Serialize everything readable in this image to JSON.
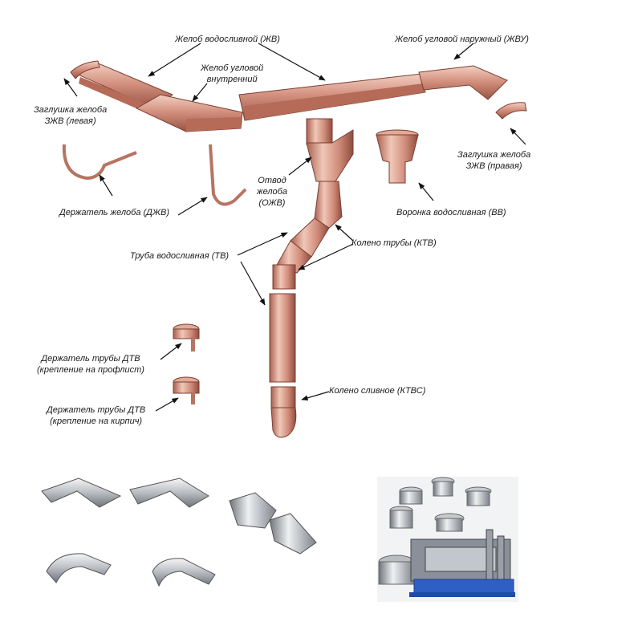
{
  "labels": {
    "gutter_main": "Желоб водосливной (ЖВ)",
    "gutter_outer_corner": "Желоб угловой наружный (ЖВУ)",
    "gutter_inner_corner": "Желоб угловой\nвнутренний",
    "cap_left": "Заглушка желоба\nЗЖВ (левая)",
    "cap_right": "Заглушка желоба\nЗЖВ (правая)",
    "gutter_bracket": "Держатель желоба (ДЖВ)",
    "outlet": "Отвод\nжелоба\n(ОЖВ)",
    "funnel": "Воронка водосливная (ВВ)",
    "elbow": "Колено трубы (КТВ)",
    "pipe": "Труба водосливная (ТВ)",
    "pipe_holder_profile": "Держатель трубы ДТВ\n(крепление на профлист)",
    "pipe_holder_brick": "Держатель трубы ДТВ\n(крепление на кирпич)",
    "drain_elbow": "Колено сливное (КТВС)"
  },
  "colors": {
    "copper_light": "#e8b8a8",
    "copper_mid": "#c98270",
    "copper_dark": "#8c4a3c",
    "steel_light": "#e6e8ea",
    "steel_dark": "#7a7f86",
    "machine_blue": "#2f5fc4"
  },
  "icons": [
    "copper-gutter",
    "gutter-cap",
    "gutter-bracket",
    "downpipe",
    "pipe-elbow",
    "funnel",
    "pipe-holder",
    "steel-corner",
    "tooling-press"
  ]
}
